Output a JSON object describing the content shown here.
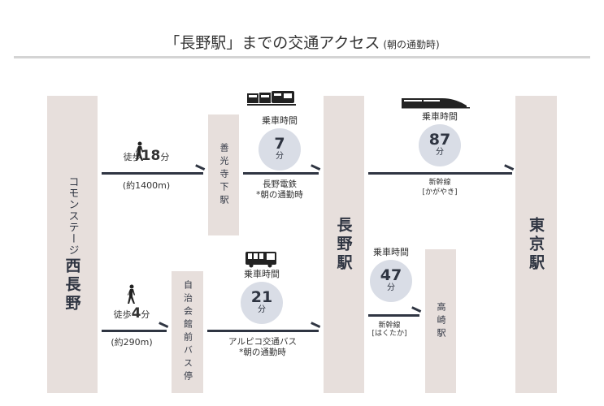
{
  "title": {
    "main": "「長野駅」までの交通アクセス",
    "sub": "(朝の通勤時)"
  },
  "stations": {
    "origin_prefix": "コモンステージ",
    "origin_name": "西長野",
    "zenkojishita": "善光寺下駅",
    "jichikaikan": "自治会館前バス停",
    "nagano": "長野駅",
    "takasaki": "高崎駅",
    "tokyo": "東京駅"
  },
  "routes": {
    "walk1": {
      "prefix": "徒歩",
      "minutes": "18",
      "unit": "分",
      "distance": "(約1400m)"
    },
    "walk2": {
      "prefix": "徒歩",
      "minutes": "4",
      "unit": "分",
      "distance": "(約290m)"
    },
    "train": {
      "label": "乗車時間",
      "minutes": "7",
      "unit": "分",
      "line": "長野電鉄",
      "note": "*朝の通勤時"
    },
    "bus": {
      "label": "乗車時間",
      "minutes": "21",
      "unit": "分",
      "line": "アルピコ交通バス",
      "note": "*朝の通勤時"
    },
    "kagayaki": {
      "label": "乗車時間",
      "minutes": "87",
      "unit": "分",
      "line": "新幹線",
      "name": "[かがやき]"
    },
    "hakutaka": {
      "label": "乗車時間",
      "minutes": "47",
      "unit": "分",
      "line": "新幹線",
      "name": "[はくたか]"
    }
  }
}
